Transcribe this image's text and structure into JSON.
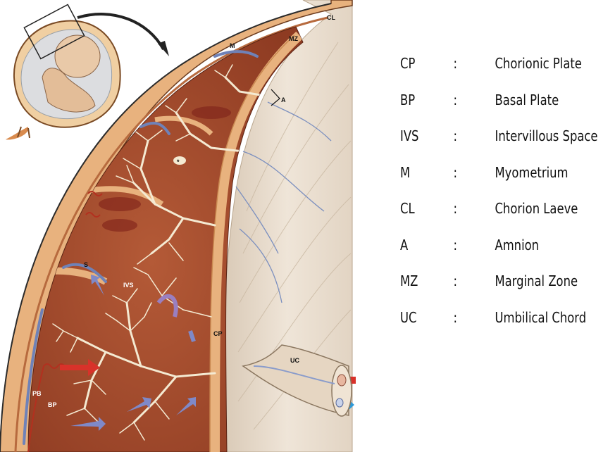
{
  "diagram": {
    "labels": {
      "cl": "CL",
      "mz": "MZ",
      "m": "M",
      "a": "A",
      "asterisk": "*",
      "s": "S",
      "ivs": "IVS",
      "cp": "CP",
      "uc": "UC",
      "pb": "PB",
      "bp": "BP"
    },
    "colors": {
      "myometrium": "#e8b27e",
      "intervillous": "#a04a2e",
      "villi": "#f4ead2",
      "amnion": "#e9dccc",
      "vein": "#6f82b8",
      "artery_arrow": "#d8322a",
      "vein_arrow": "#2f9ad8",
      "outline": "#2b2b2b"
    }
  },
  "legend": [
    {
      "abbr": "CP",
      "colon": ":",
      "desc": "Chorionic Plate"
    },
    {
      "abbr": "BP",
      "colon": ":",
      "desc": "Basal Plate"
    },
    {
      "abbr": "IVS",
      "colon": ":",
      "desc": "Intervillous Space"
    },
    {
      "abbr": "M",
      "colon": ":",
      "desc": "Myometrium"
    },
    {
      "abbr": "CL",
      "colon": ":",
      "desc": "Chorion Laeve"
    },
    {
      "abbr": "A",
      "colon": ":",
      "desc": "Amnion"
    },
    {
      "abbr": "MZ",
      "colon": ":",
      "desc": "Marginal Zone"
    },
    {
      "abbr": "UC",
      "colon": ":",
      "desc": "Umbilical Chord"
    }
  ]
}
